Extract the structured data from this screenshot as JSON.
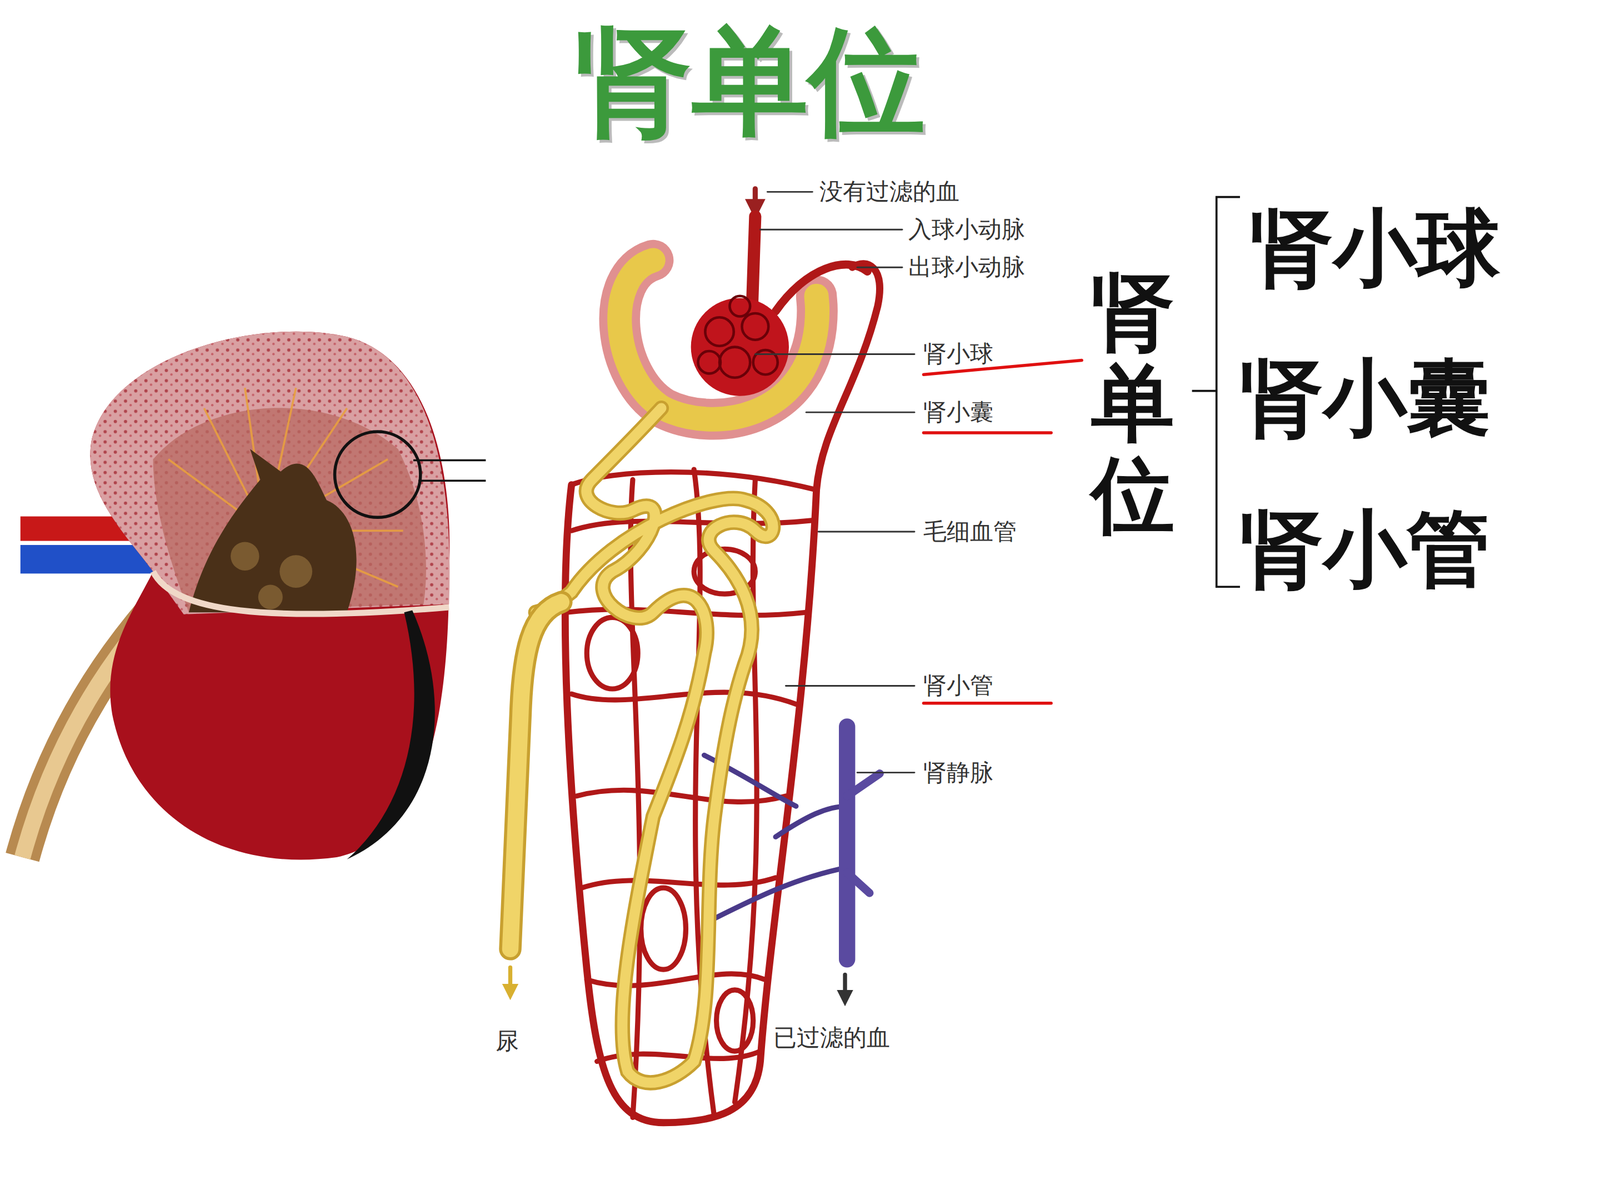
{
  "diagram": {
    "title": "肾单位",
    "labels": [
      "没有过滤的血",
      "入球小动脉",
      "出球小动脉",
      "肾小球",
      "肾小囊",
      "毛细血管",
      "肾小管",
      "肾静脉",
      "尿",
      "已过滤的血",
      "肾单位",
      "肾小球",
      "肾小囊",
      "肾小管"
    ]
  }
}
